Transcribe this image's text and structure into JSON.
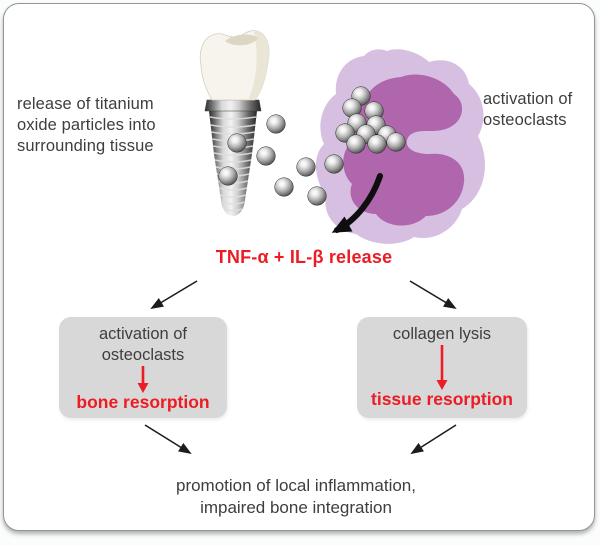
{
  "colors": {
    "accent_red": "#ed1c24",
    "text_gray": "#3e3e3e",
    "box_background": "#d8d8d8",
    "cell_outer_purple": "#d6bfe0",
    "cell_inner_purple": "#b066ad",
    "particle_gray": "#9a9a9a",
    "card_border": "#8f969c"
  },
  "icons": {
    "implant": "dental-implant-icon",
    "particles": "titanium-particle-icon",
    "cell": "osteoclast-cell-icon",
    "curved_arrow": "curved-black-arrow-icon",
    "flow_arrow": "thin-black-arrow-icon",
    "red_arrow": "red-down-arrow-icon"
  },
  "diagram": {
    "top_left_label": {
      "lines": [
        "release of titanium",
        "oxide particles into",
        "surrounding tissue"
      ]
    },
    "top_right_label": {
      "lines": [
        "activation of",
        "osteoclasts"
      ]
    },
    "mediator_label": "TNF-α + IL-β release",
    "left_box": {
      "title_lines": [
        "activation of",
        "osteoclasts"
      ],
      "result": "bone resorption"
    },
    "right_box": {
      "title_lines": [
        "collagen lysis"
      ],
      "result": "tissue resorption"
    },
    "bottom_label": {
      "lines": [
        "promotion of local inflammation,",
        "impaired bone integration"
      ]
    }
  }
}
